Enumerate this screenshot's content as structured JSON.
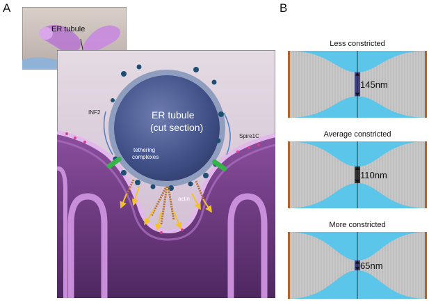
{
  "panel_a": {
    "letter": "A",
    "inset_label": "ER tubule",
    "tubule_title_line1": "ER tubule",
    "tubule_title_line2": "(cut section)",
    "label_inf2": "INF2",
    "label_spire": "Spire1C",
    "label_tethering_line1": "tethering",
    "label_tethering_line2": "complexes",
    "label_actin": "actin"
  },
  "panel_b": {
    "letter": "B",
    "sims": [
      {
        "title": "Less constricted",
        "width_label": "145nm"
      },
      {
        "title": "Average constricted",
        "width_label": "110nm"
      },
      {
        "title": "More constricted",
        "width_label": "65nm"
      }
    ]
  },
  "colors": {
    "tubule": "#3f4f86",
    "tubule_rim": "#8f9dbf",
    "membrane": "#7b3f8e",
    "membrane_light": "#c68fd4",
    "actin_arrow": "#f2c12e",
    "tether": "#37b34a",
    "sim_bg": "#5bc6ea",
    "mesh": "#c8c8c8"
  }
}
